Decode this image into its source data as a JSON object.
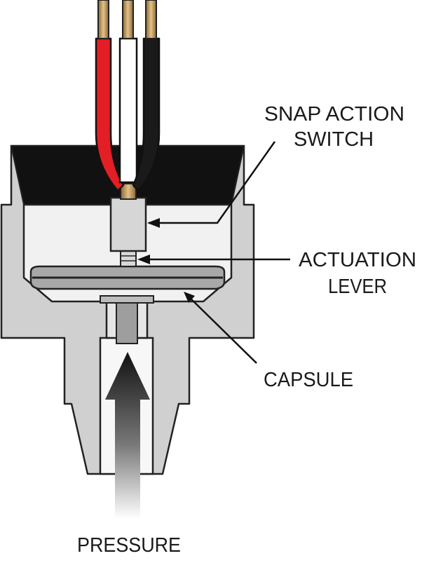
{
  "labels": {
    "snap_action_line1": "SNAP ACTION",
    "snap_action_line2": "SWITCH",
    "actuation_line1": "ACTUATION",
    "actuation_line2": "LEVER",
    "capsule": "CAPSULE",
    "pressure": "PRESSURE"
  },
  "wires": [
    {
      "name": "red-wire",
      "color": "#e31e24"
    },
    {
      "name": "white-wire",
      "color": "#ffffff"
    },
    {
      "name": "black-wire",
      "color": "#1a1a1a"
    }
  ],
  "colors": {
    "body": "#d0d0d0",
    "body_light": "#e6e6e6",
    "chamber": "#f1f1f1",
    "cap": "#111111",
    "copper": "#c49a5a",
    "outline": "#222222",
    "capsule_disc": "#a8a8a8"
  }
}
